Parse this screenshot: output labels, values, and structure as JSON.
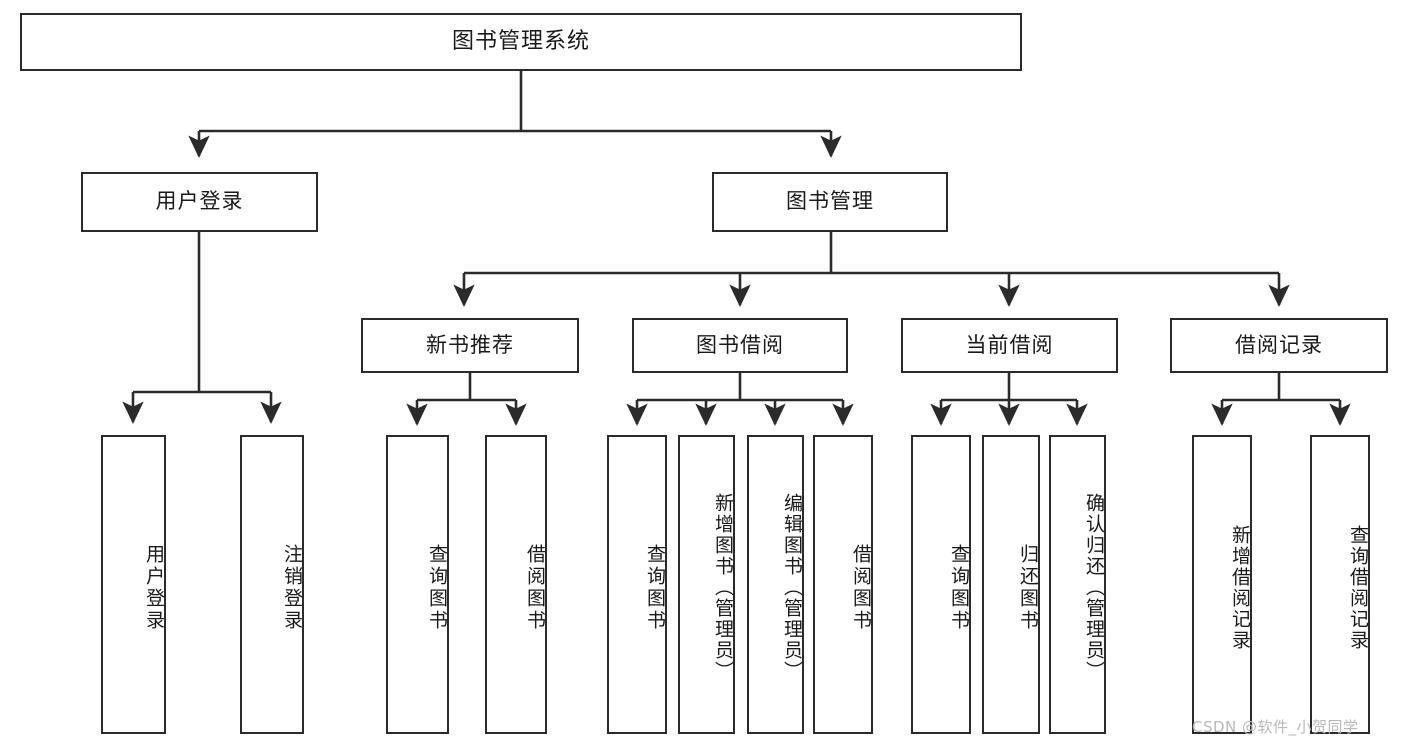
{
  "diagram": {
    "type": "tree",
    "title": "图书管理系统",
    "watermark": "CSDN @软件_小贺同学",
    "theme": {
      "box_border": "#2b2b2b",
      "box_fill": "#ffffff",
      "line": "#2b2b2b",
      "text": "#1a1a1a",
      "background": "#ffffff",
      "watermark_color": "#b9b9b9"
    },
    "levels": {
      "root": "图书管理系统",
      "level2": [
        "用户登录",
        "图书管理"
      ],
      "level3": [
        "新书推荐",
        "图书借阅",
        "当前借阅",
        "借阅记录"
      ]
    },
    "nodes": {
      "root": {
        "label": "图书管理系统",
        "orientation": "horizontal"
      },
      "user_login": {
        "label": "用户登录",
        "orientation": "horizontal"
      },
      "book_mgmt": {
        "label": "图书管理",
        "orientation": "horizontal"
      },
      "new_book_rec": {
        "label": "新书推荐",
        "orientation": "horizontal"
      },
      "book_borrow": {
        "label": "图书借阅",
        "orientation": "horizontal"
      },
      "current_borrow": {
        "label": "当前借阅",
        "orientation": "horizontal"
      },
      "borrow_record": {
        "label": "借阅记录",
        "orientation": "horizontal"
      },
      "leaf_user_login": {
        "label": "用户登录",
        "orientation": "vertical"
      },
      "leaf_logout": {
        "label": "注销登录",
        "orientation": "vertical"
      },
      "leaf_query_book_a": {
        "label": "查询图书",
        "orientation": "vertical"
      },
      "leaf_borrow_book_a": {
        "label": "借阅图书",
        "orientation": "vertical"
      },
      "leaf_query_book_b": {
        "label": "查询图书",
        "orientation": "vertical"
      },
      "leaf_add_book": {
        "label": "新增图书（管理员）",
        "orientation": "vertical"
      },
      "leaf_edit_book": {
        "label": "编辑图书（管理员）",
        "orientation": "vertical"
      },
      "leaf_borrow_book_b": {
        "label": "借阅图书",
        "orientation": "vertical"
      },
      "leaf_query_book_c": {
        "label": "查询图书",
        "orientation": "vertical"
      },
      "leaf_return_book": {
        "label": "归还图书",
        "orientation": "vertical"
      },
      "leaf_confirm_return": {
        "label": "确认归还（管理员）",
        "orientation": "vertical"
      },
      "leaf_add_record": {
        "label": "新增借阅记录",
        "orientation": "vertical"
      },
      "leaf_query_record": {
        "label": "查询借阅记录",
        "orientation": "vertical"
      }
    },
    "edges": [
      {
        "from": "root",
        "to": "user_login"
      },
      {
        "from": "root",
        "to": "book_mgmt"
      },
      {
        "from": "user_login",
        "to": "leaf_user_login"
      },
      {
        "from": "user_login",
        "to": "leaf_logout"
      },
      {
        "from": "book_mgmt",
        "to": "new_book_rec"
      },
      {
        "from": "book_mgmt",
        "to": "book_borrow"
      },
      {
        "from": "book_mgmt",
        "to": "current_borrow"
      },
      {
        "from": "book_mgmt",
        "to": "borrow_record"
      },
      {
        "from": "new_book_rec",
        "to": "leaf_query_book_a"
      },
      {
        "from": "new_book_rec",
        "to": "leaf_borrow_book_a"
      },
      {
        "from": "book_borrow",
        "to": "leaf_query_book_b"
      },
      {
        "from": "book_borrow",
        "to": "leaf_add_book"
      },
      {
        "from": "book_borrow",
        "to": "leaf_edit_book"
      },
      {
        "from": "book_borrow",
        "to": "leaf_borrow_book_b"
      },
      {
        "from": "current_borrow",
        "to": "leaf_query_book_c"
      },
      {
        "from": "current_borrow",
        "to": "leaf_return_book"
      },
      {
        "from": "current_borrow",
        "to": "leaf_confirm_return"
      },
      {
        "from": "borrow_record",
        "to": "leaf_add_record"
      },
      {
        "from": "borrow_record",
        "to": "leaf_query_record"
      }
    ]
  }
}
